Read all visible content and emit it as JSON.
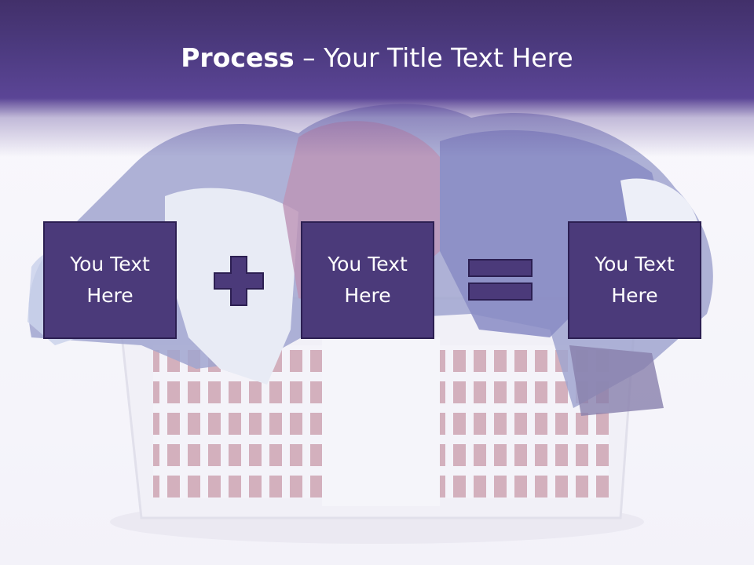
{
  "slide": {
    "title_bold": "Process",
    "title_rest": " – Your Title Text Here",
    "boxes": [
      {
        "label": "You Text\nHere"
      },
      {
        "label": "You Text\nHere"
      },
      {
        "label": "You Text\nHere"
      }
    ],
    "operators": [
      "plus-icon",
      "equals-icon"
    ]
  },
  "colors": {
    "header": "#4c3a7f",
    "box_fill": "#4b3a7a",
    "box_border": "#2c1f52",
    "text": "#ffffff"
  }
}
